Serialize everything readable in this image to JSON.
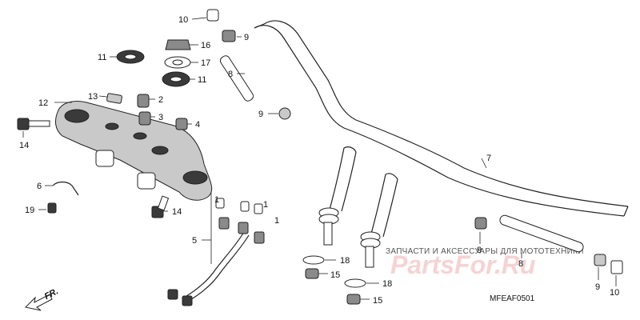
{
  "part_labels": {
    "p10a": "10",
    "p9a": "9",
    "p16": "16",
    "p11a": "11",
    "p17": "17",
    "p11b": "11",
    "p8a": "8",
    "p9b": "9",
    "p13": "13",
    "p12": "12",
    "p2": "2",
    "p3": "3",
    "p4": "4",
    "p14a": "14",
    "p7": "7",
    "p6": "6",
    "p19": "19",
    "p14b": "14",
    "p1a": "1",
    "p1b": "1",
    "p1c": "1",
    "p5": "5",
    "p9c": "9",
    "p18a": "18",
    "p15a": "15",
    "p18b": "18",
    "p15b": "15",
    "p8b": "8",
    "p9d": "9",
    "p10b": "10"
  },
  "front_indicator": "FR.",
  "diagram_code": "MFEAF0501",
  "watermark": {
    "caption": "ЗАПЧАСТИ И АКСЕССУАРЫ ДЛЯ МОТОТЕХНИКИ",
    "logo": "PartsFor.Ru"
  },
  "colors": {
    "ink": "#222222",
    "watermark": "#f6d3d3"
  }
}
